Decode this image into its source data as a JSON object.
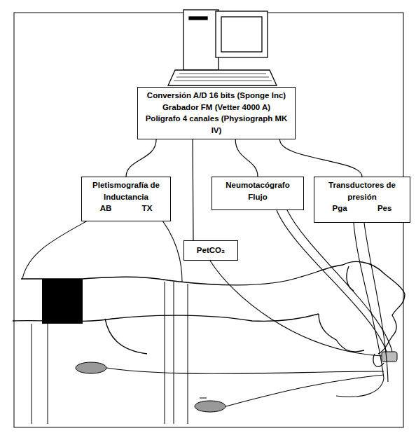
{
  "diagram": {
    "nodes": [
      {
        "text": [
          "Conversión A/D 16 bits (Sponge Inc)",
          "Grabador FM (Vetter  4000 A)",
          "Poligrafo 4 canales (Physiograph MK IV)"
        ]
      },
      {
        "text": [
          "Pletismografía de Inductancia",
          "AB",
          "TX"
        ]
      },
      {
        "text": [
          "PetCO₂"
        ]
      },
      {
        "text": [
          "Neumotacógrafo",
          "Flujo"
        ]
      },
      {
        "text": [
          "Transductores de presión",
          "Pga",
          "Pes"
        ]
      }
    ],
    "edges": [
      {
        "from": 0,
        "to": 1,
        "arrow": "none"
      },
      {
        "from": 0,
        "to": 2,
        "arrow": "none"
      },
      {
        "from": 0,
        "to": 3,
        "arrow": "none"
      },
      {
        "from": 0,
        "to": 4,
        "arrow": "none"
      }
    ]
  }
}
